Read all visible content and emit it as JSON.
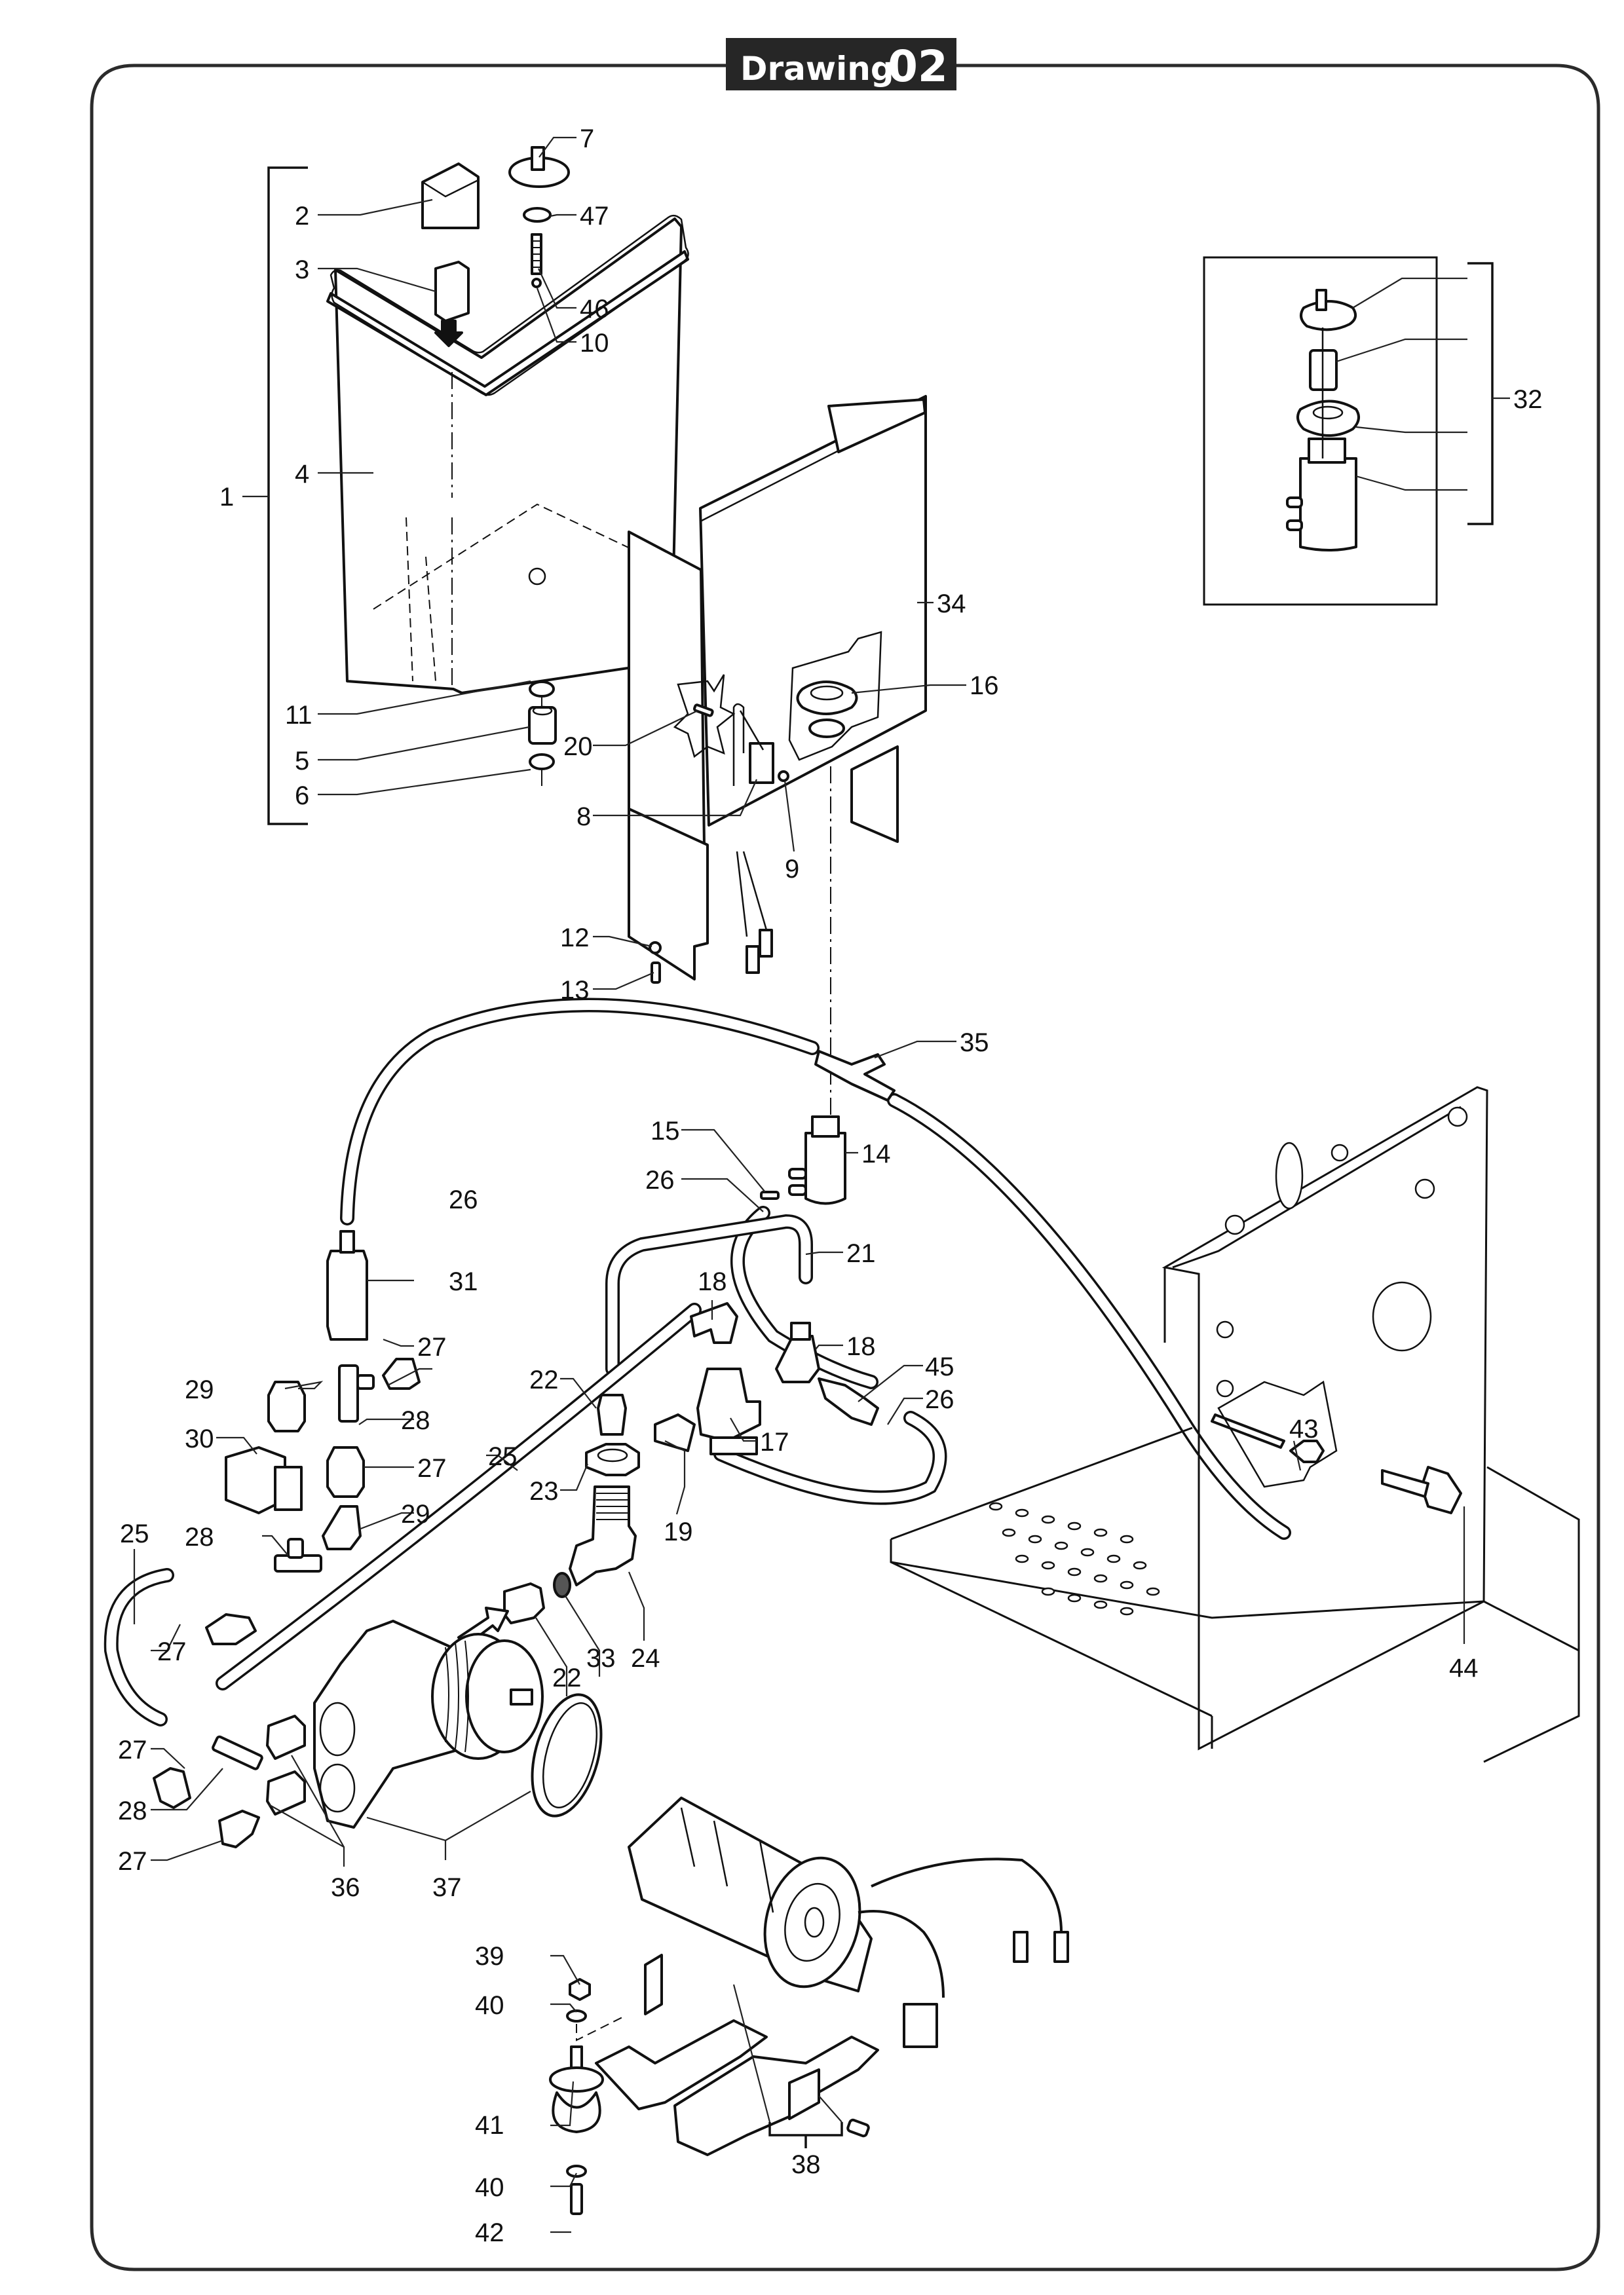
{
  "title": {
    "word": "Drawing",
    "number": "02"
  },
  "colors": {
    "ink": "#111111",
    "title_bg": "#262626",
    "title_fg": "#ffffff",
    "frame": "#2b2b2b"
  },
  "callouts": [
    {
      "id": "c1",
      "text": "1"
    },
    {
      "id": "c2",
      "text": "2"
    },
    {
      "id": "c3",
      "text": "3"
    },
    {
      "id": "c4",
      "text": "4"
    },
    {
      "id": "c5",
      "text": "5"
    },
    {
      "id": "c6",
      "text": "6"
    },
    {
      "id": "c7",
      "text": "7"
    },
    {
      "id": "c8",
      "text": "8"
    },
    {
      "id": "c9",
      "text": "9"
    },
    {
      "id": "c10",
      "text": "10"
    },
    {
      "id": "c11",
      "text": "11"
    },
    {
      "id": "c12",
      "text": "12"
    },
    {
      "id": "c13",
      "text": "13"
    },
    {
      "id": "c14",
      "text": "14"
    },
    {
      "id": "c15",
      "text": "15"
    },
    {
      "id": "c16",
      "text": "16"
    },
    {
      "id": "c17",
      "text": "17"
    },
    {
      "id": "c18a",
      "text": "18"
    },
    {
      "id": "c18b",
      "text": "18"
    },
    {
      "id": "c19",
      "text": "19"
    },
    {
      "id": "c20",
      "text": "20"
    },
    {
      "id": "c21",
      "text": "21"
    },
    {
      "id": "c22a",
      "text": "22"
    },
    {
      "id": "c22b",
      "text": "22"
    },
    {
      "id": "c23",
      "text": "23"
    },
    {
      "id": "c24",
      "text": "24"
    },
    {
      "id": "c25a",
      "text": "25"
    },
    {
      "id": "c25b",
      "text": "25"
    },
    {
      "id": "c26a",
      "text": "26"
    },
    {
      "id": "c26b",
      "text": "26"
    },
    {
      "id": "c26c",
      "text": "26"
    },
    {
      "id": "c27a",
      "text": "27"
    },
    {
      "id": "c27b",
      "text": "27"
    },
    {
      "id": "c27c",
      "text": "27"
    },
    {
      "id": "c27d",
      "text": "27"
    },
    {
      "id": "c27e",
      "text": "27"
    },
    {
      "id": "c28a",
      "text": "28"
    },
    {
      "id": "c28b",
      "text": "28"
    },
    {
      "id": "c28c",
      "text": "28"
    },
    {
      "id": "c29a",
      "text": "29"
    },
    {
      "id": "c29b",
      "text": "29"
    },
    {
      "id": "c30",
      "text": "30"
    },
    {
      "id": "c31",
      "text": "31"
    },
    {
      "id": "c32",
      "text": "32"
    },
    {
      "id": "c33",
      "text": "33"
    },
    {
      "id": "c34",
      "text": "34"
    },
    {
      "id": "c35",
      "text": "35"
    },
    {
      "id": "c36",
      "text": "36"
    },
    {
      "id": "c37",
      "text": "37"
    },
    {
      "id": "c38",
      "text": "38"
    },
    {
      "id": "c39",
      "text": "39"
    },
    {
      "id": "c40a",
      "text": "40"
    },
    {
      "id": "c40b",
      "text": "40"
    },
    {
      "id": "c41",
      "text": "41"
    },
    {
      "id": "c42",
      "text": "42"
    },
    {
      "id": "c43",
      "text": "43"
    },
    {
      "id": "c44",
      "text": "44"
    },
    {
      "id": "c45",
      "text": "45"
    },
    {
      "id": "c46",
      "text": "46"
    },
    {
      "id": "c47",
      "text": "47"
    }
  ]
}
